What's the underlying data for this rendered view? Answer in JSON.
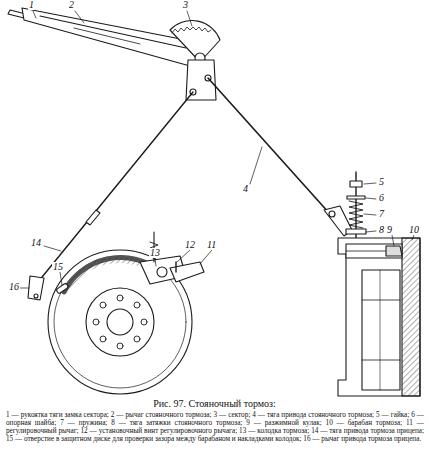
{
  "diagram": {
    "caption": "Рис. 97. Стояночный тормоз:",
    "labels": [
      "1",
      "2",
      "3",
      "4",
      "5",
      "6",
      "7",
      "8",
      "9",
      "10",
      "11",
      "12",
      "13",
      "14",
      "15",
      "16",
      "1 — рукоятка тяги замка сектора; 2 — рычаг стояночного тормоза; 3 — сектор; 4 — тяга привода стояночного тормоза; 5 — гайка; 6 — опорная шайба; 7 — пружина; 8 — тяга затяжки стояночного тормоза; 9 — разжимной кулак; 10 — барабан тормоза; 11 — регулировочный рычаг; 12 — установочный винт регулировочного рычага; 13 — колодка тормоза; 14 — тяга привода тормоза прицепа; 15 — отверстие в защитном диске для проверки зазора между барабаном и накладками колодок; 16 — рычаг привода тормоза прицепа."
    ]
  }
}
